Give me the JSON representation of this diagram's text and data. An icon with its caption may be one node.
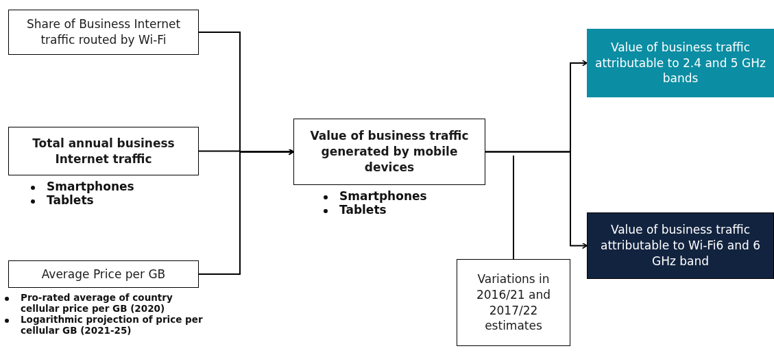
{
  "diagram": {
    "nodes": [
      {
        "text": [
          "Share of Business Internet traffic routed by Wi-Fi"
        ]
      },
      {
        "text": [
          "Total annual business Internet traffic"
        ],
        "beside": [
          "Smartphones",
          "Tablets"
        ]
      },
      {
        "text": [
          "Average Price per GB"
        ],
        "beside": [
          "Pro-rated average of country cellular price per GB (2020)",
          "Logarithmic projection of price per cellular GB (2021-25)"
        ]
      },
      {
        "text": [
          "Value of business traffic generated by mobile devices"
        ],
        "beside": [
          "Smartphones",
          "Tablets"
        ]
      },
      {
        "text": [
          "Value of business traffic attributable to 2.4 and 5 GHz bands"
        ]
      },
      {
        "text": [
          "Value of business traffic attributable to Wi-Fi6 and 6 GHz band"
        ]
      },
      {
        "text": [
          "Variations in 2016/21 and 2017/22 estimates"
        ]
      }
    ],
    "edges": [
      {
        "from": 0,
        "to": 3,
        "arrow": "to"
      },
      {
        "from": 1,
        "to": 3,
        "arrow": "to"
      },
      {
        "from": 2,
        "to": 3,
        "arrow": "to"
      },
      {
        "from": 3,
        "to": 4,
        "arrow": "to"
      },
      {
        "from": 3,
        "to": 5,
        "arrow": "to"
      },
      {
        "from": 6,
        "to": null,
        "arrow": "none"
      }
    ]
  }
}
